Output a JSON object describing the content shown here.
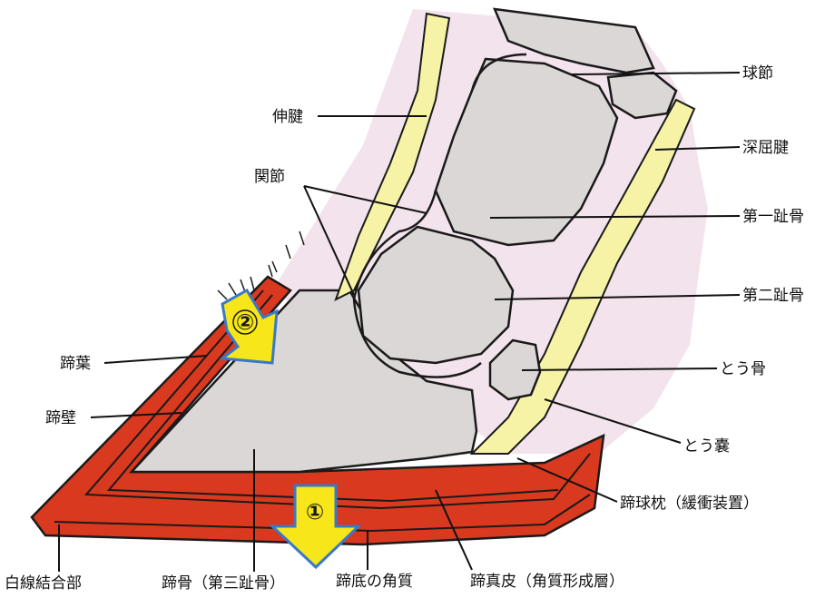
{
  "labels": {
    "fetlock_joint": "球節",
    "extensor_tendon": "伸腱",
    "deep_flexor_tendon": "深屈腱",
    "joint": "関節",
    "first_phalanx": "第一趾骨",
    "second_phalanx": "第二趾骨",
    "navicular_bone": "とう骨",
    "navicular_bursa": "とう嚢",
    "laminae": "蹄葉",
    "hoof_wall": "蹄壁",
    "digital_cushion": "蹄球枕（緩衝装置）",
    "white_line": "白線結合部",
    "coffin_bone": "蹄骨（第三趾骨）",
    "sole_horn": "蹄底の角質",
    "corium": "蹄真皮（角質形成層）"
  },
  "arrows": {
    "arrow_1": "①",
    "arrow_2": "②"
  },
  "colors": {
    "hoof_red": "#d9391f",
    "hoof_red_dark": "#b8230e",
    "tendon_yellow": "#f7f3a6",
    "soft_tissue_pink": "#f3e3ec",
    "bone_gray": "#dcd7d7",
    "arrow_yellow": "#f6e61a",
    "arrow_blue": "#3a78c8"
  }
}
